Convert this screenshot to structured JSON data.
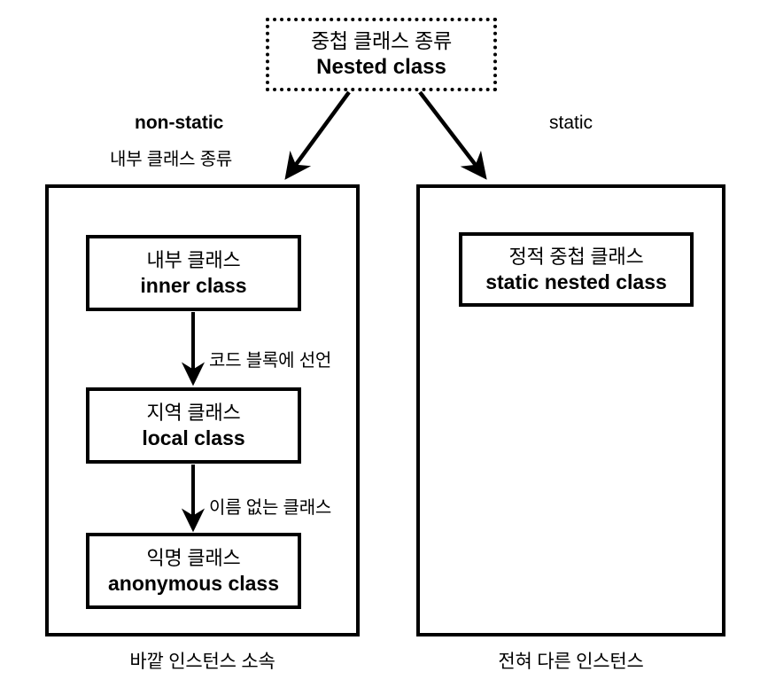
{
  "diagram": {
    "title_ko": "중첩 클래스 종류",
    "title_en": "Nested class",
    "branches": [
      {
        "modifier": "non-static",
        "subtitle_ko": "내부 클래스 종류",
        "caption_ko": "바깥 인스턴스 소속"
      },
      {
        "modifier": "static",
        "subtitle_ko": "",
        "caption_ko": "전혀 다른 인스턴스"
      }
    ],
    "nodes": [
      {
        "ko": "내부 클래스",
        "en": "inner class"
      },
      {
        "ko": "지역 클래스",
        "en": "local class"
      },
      {
        "ko": "익명 클래스",
        "en": "anonymous class"
      },
      {
        "ko": "정적 중첩 클래스",
        "en": "static nested class"
      }
    ],
    "edge_labels": [
      "코드 블록에 선언",
      "이름 없는 클래스"
    ],
    "colors": {
      "stroke": "#000000",
      "background": "#ffffff",
      "text": "#000000"
    }
  }
}
